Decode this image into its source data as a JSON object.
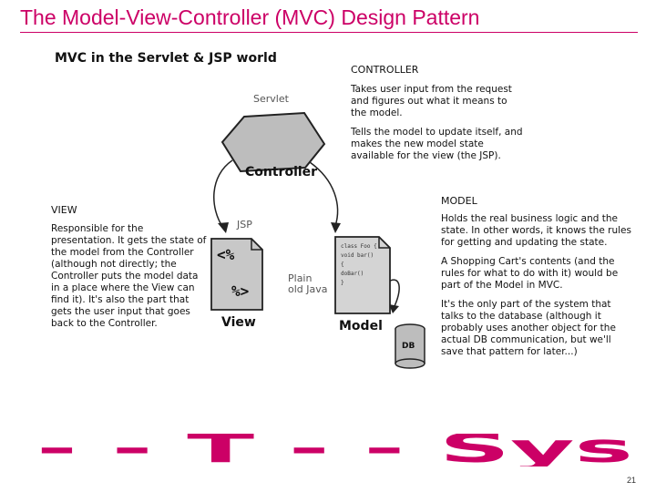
{
  "slide": {
    "title": "The Model-View-Controller (MVC) Design Pattern",
    "page_number": "21"
  },
  "diagram": {
    "heading": "MVC in the Servlet & JSP world",
    "controller": {
      "caption": "CONTROLLER",
      "node_label": "Controller",
      "tag": "Servlet",
      "paragraphs": [
        "Takes user input from the request and figures out what it means to the model.",
        "Tells the model to update itself, and makes the new model state available for the view (the JSP)."
      ]
    },
    "view": {
      "caption": "VIEW",
      "node_label": "View",
      "tag": "JSP",
      "doc_top": "<%",
      "doc_bottom": "%>",
      "paragraph": "Responsible for the presentation. It gets the state of the model from the Controller (although not directly; the Controller puts the model data in a place where the View can find it). It's also the part that gets the user input that goes back to the Controller."
    },
    "model": {
      "caption": "MODEL",
      "node_label": "Model",
      "tag": "Plain old Java",
      "code_lines": [
        "class Foo {",
        "void bar()",
        "{",
        "doBar()",
        "}"
      ],
      "db_label": "DB",
      "paragraphs": [
        "Holds the real business logic and the state. In other words, it knows the rules for getting and updating the state.",
        "A Shopping Cart's contents (and the rules for what to do with it) would be part of the Model in MVC.",
        "It's the only part of the system that talks to the database (although it probably uses another object for the actual DB communication, but we'll save that pattern for later...)"
      ]
    }
  },
  "footer": {
    "brand": "- - T - - Sys"
  },
  "colors": {
    "accent": "#cc0066",
    "node_fill": "#bdbdbd",
    "node_stroke": "#222222"
  }
}
